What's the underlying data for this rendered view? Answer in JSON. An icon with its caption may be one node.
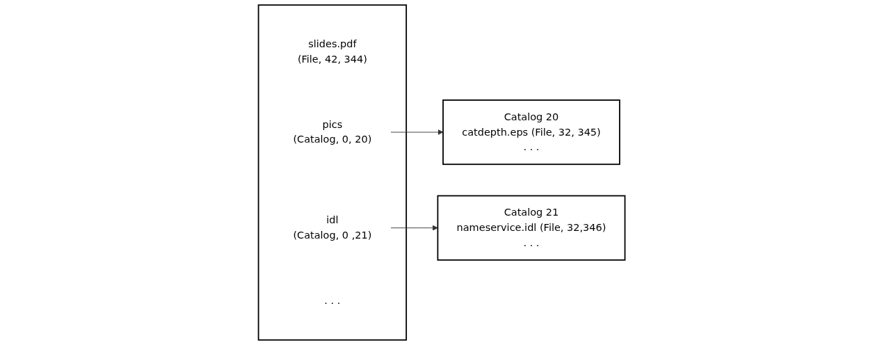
{
  "diagram": {
    "nodes": [
      {
        "text": [],
        "shape": "box"
      },
      {
        "text": [
          "slides.pdf",
          "(File, 42, 344)"
        ],
        "in": 0
      },
      {
        "text": [
          "pics",
          "(Catalog, 0, 20)"
        ],
        "in": 0
      },
      {
        "text": [
          "idl",
          "(Catalog, 0 ,21)"
        ],
        "in": 0
      },
      {
        "text": [
          ". . ."
        ],
        "in": 0
      },
      {
        "text": [
          "Catalog 20",
          "catdepth.eps (File, 32, 345)",
          ". . ."
        ]
      },
      {
        "text": [
          "Catalog 21",
          "nameservice.idl (File, 32,346)",
          ". . ."
        ]
      }
    ],
    "edges": [
      {
        "from": 2,
        "to": 5,
        "arrow": "to"
      },
      {
        "from": 3,
        "to": 6,
        "arrow": "to"
      }
    ]
  }
}
